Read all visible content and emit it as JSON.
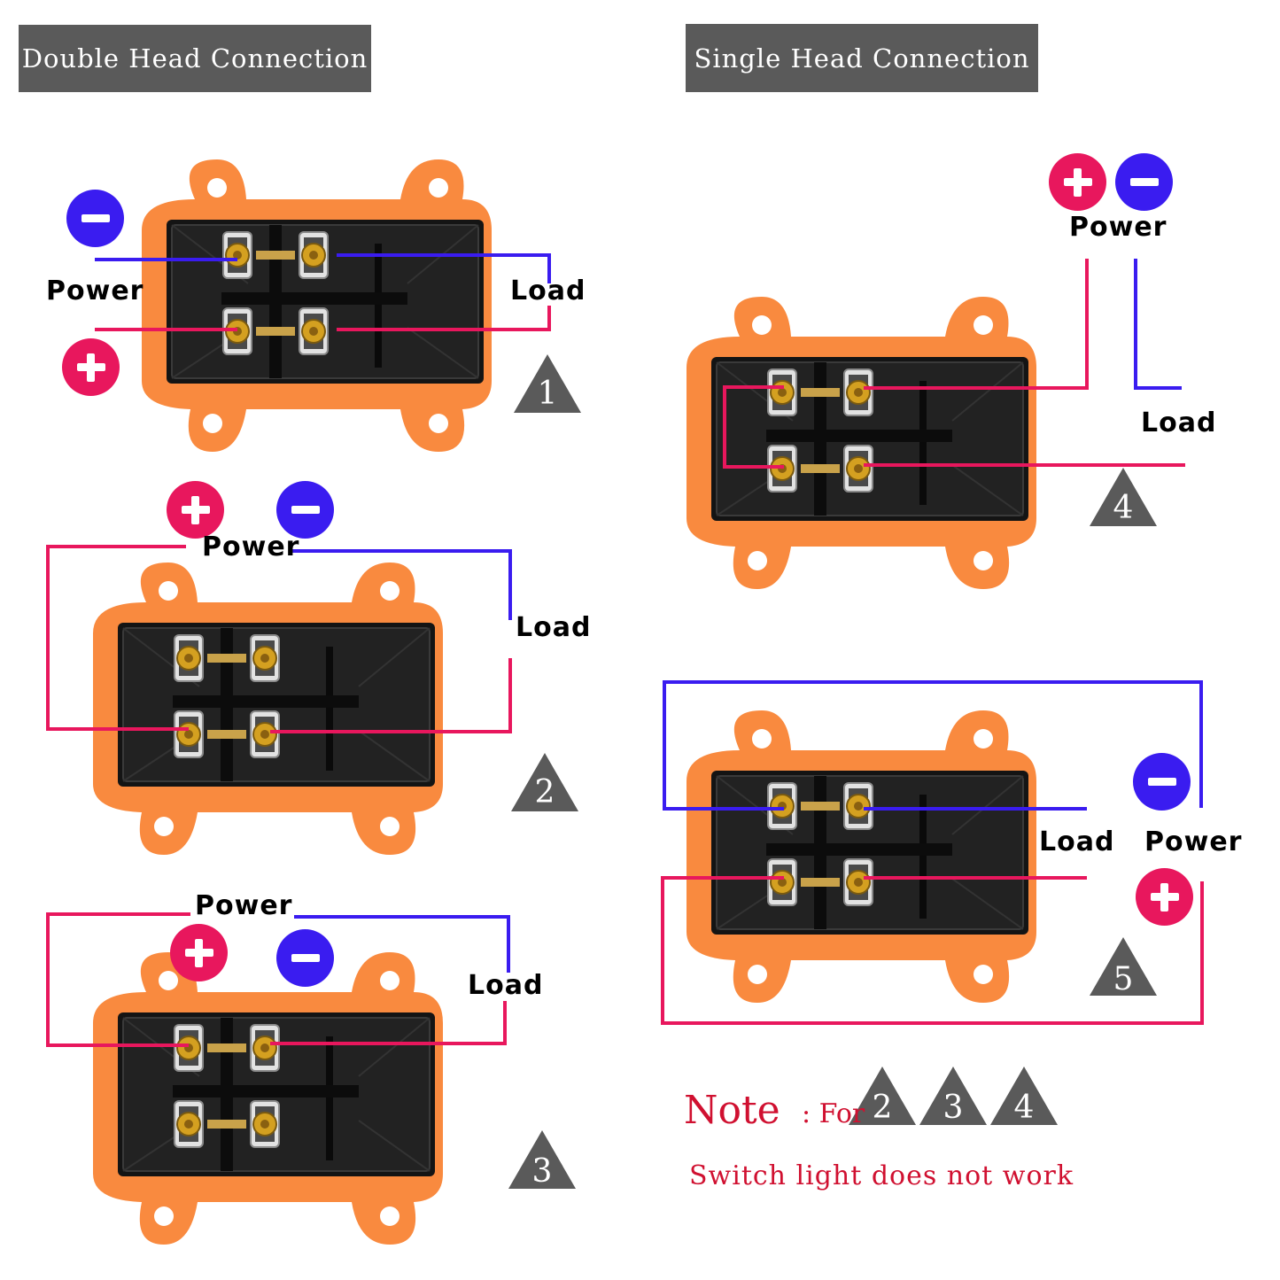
{
  "headers": {
    "double": "Double Head Connection",
    "single": "Single Head Connection"
  },
  "labels": {
    "power": "Power",
    "load": "Load"
  },
  "diagram_numbers": [
    "1",
    "2",
    "3",
    "4",
    "5"
  ],
  "note": {
    "title": "Note",
    "colon_for": ": For",
    "refs": [
      "2",
      "3",
      "4"
    ],
    "message": "Switch light does not work"
  },
  "colors": {
    "positive": "#e8175d",
    "negative": "#3a1cf0",
    "switch_body": "#f98a3f",
    "header_bg": "#5a5a5a",
    "note_text": "#d01030"
  },
  "icons": {
    "positive": "plus-icon",
    "negative": "minus-icon",
    "diagram_marker": "triangle-number-icon"
  }
}
